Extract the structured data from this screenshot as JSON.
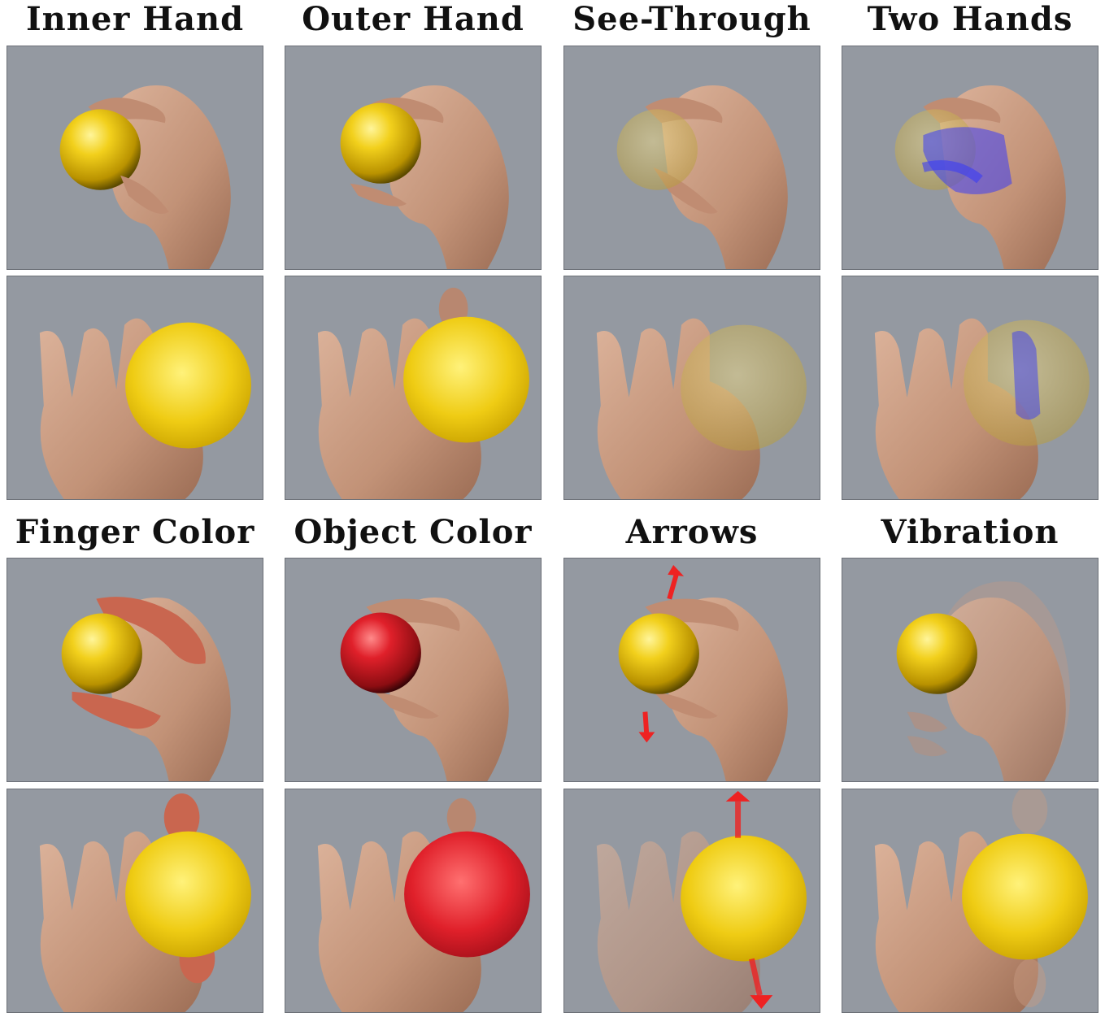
{
  "titles": {
    "inner_hand": "Inner Hand",
    "outer_hand": "Outer Hand",
    "see_through": "See-Through",
    "two_hands": "Two Hands",
    "finger_color": "Finger Color",
    "object_color": "Object Color",
    "arrows": "Arrows",
    "vibration": "Vibration"
  },
  "colors": {
    "background_panel": "#9499a1",
    "skin": "#c89b82",
    "ball_yellow": "#f2d01c",
    "ball_red": "#e0202a",
    "finger_highlight": "#c9664f",
    "ghost_hand_blue": "#3a3cf5",
    "arrow_red": "#ee2222"
  }
}
